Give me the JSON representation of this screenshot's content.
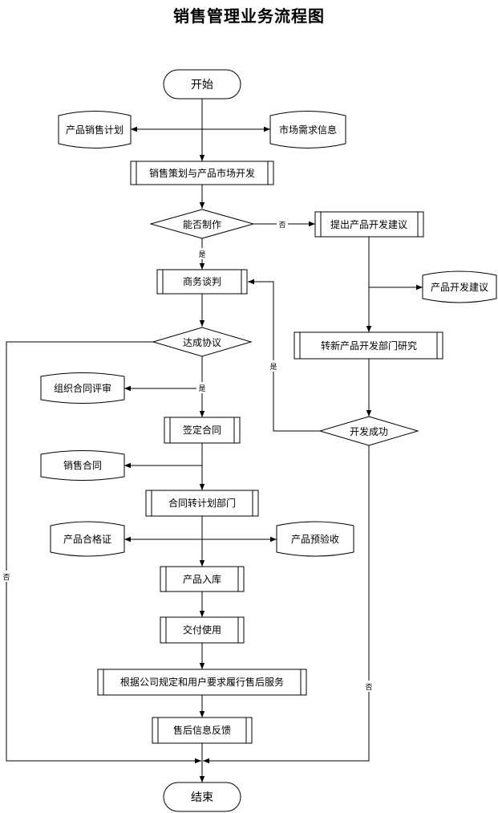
{
  "title": "销售管理业务流程图",
  "nodes": {
    "start": "开始",
    "sales_plan": "产品销售计划",
    "market_info": "市场需求信息",
    "planning": "销售策划与产品市场开发",
    "can_produce": "能否制作",
    "propose_dev": "提出产品开发建议",
    "dev_suggestion_doc": "产品开发建议",
    "negotiation": "商务谈判",
    "agreement": "达成协议",
    "transfer_dev": "转新产品开发部门研究",
    "contract_review": "组织合同评审",
    "sign_contract": "签定合同",
    "dev_success": "开发成功",
    "sales_contract": "销售合同",
    "contract_to_plan": "合同转计划部门",
    "certificate": "产品合格证",
    "pre_acceptance": "产品预验收",
    "warehousing": "产品入库",
    "delivery": "交付使用",
    "after_sales_service": "根据公司规定和用户要求履行售后服务",
    "feedback": "售后信息反馈",
    "end": "结束"
  },
  "edge_labels": {
    "no_1": "否",
    "yes_1": "是",
    "yes_2": "是",
    "yes_3": "是",
    "no_2": "否",
    "no_3": "否"
  }
}
